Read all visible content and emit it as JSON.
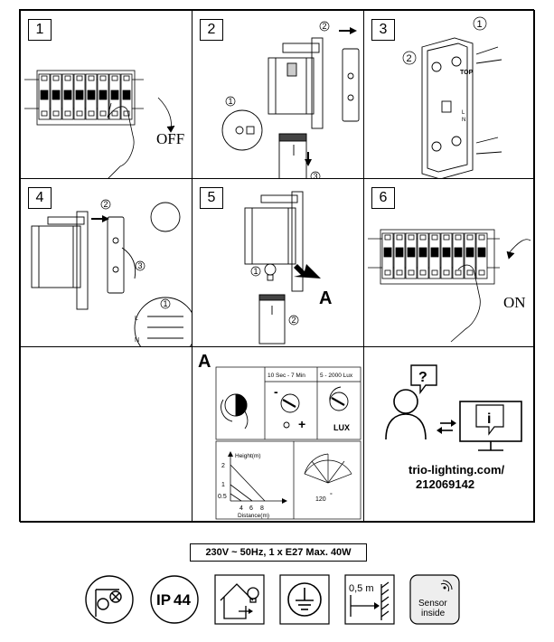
{
  "steps": [
    {
      "number": "1",
      "label": "OFF"
    },
    {
      "number": "2",
      "markers": [
        "1",
        "2",
        "3"
      ]
    },
    {
      "number": "3",
      "markers": [
        "1",
        "2"
      ],
      "top_label": "TOP",
      "terminals": [
        "L",
        "N"
      ]
    },
    {
      "number": "4",
      "markers": [
        "1",
        "2",
        "3"
      ],
      "wires": [
        "L",
        "N"
      ]
    },
    {
      "number": "5",
      "markers": [
        "1",
        "2"
      ],
      "detail_ref": "A"
    },
    {
      "number": "6",
      "label": "ON"
    }
  ],
  "sensor_panel": {
    "ref": "A",
    "time_range": "10 Sec - 7 Min",
    "lux_range": "5 - 2000 Lux",
    "lux_label": "LUX",
    "minus": "-",
    "plus": "+",
    "height_label": "Height(m)",
    "height_ticks": [
      "2",
      "1",
      "0.5"
    ],
    "distance_ticks": [
      "4",
      "6",
      "8"
    ],
    "distance_label": "Distance(m)",
    "angle_label": "120",
    "angle_unit": "°"
  },
  "support": {
    "question_mark": "?",
    "info_mark": "i",
    "url_line1": "trio-lighting.com/",
    "url_line2": "212069142"
  },
  "specification": "230V ~ 50Hz, 1 x E27 Max. 40W",
  "bottom_icons": [
    {
      "name": "wall-mount-icon"
    },
    {
      "name": "ip-rating-icon",
      "text_prefix": "IP",
      "text_value": "44"
    },
    {
      "name": "outdoor-house-lamp-icon"
    },
    {
      "name": "protective-earth-icon"
    },
    {
      "name": "min-distance-icon",
      "text": "0,5 m"
    },
    {
      "name": "sensor-inside-icon",
      "line1": "Sensor",
      "line2": "inside"
    }
  ]
}
